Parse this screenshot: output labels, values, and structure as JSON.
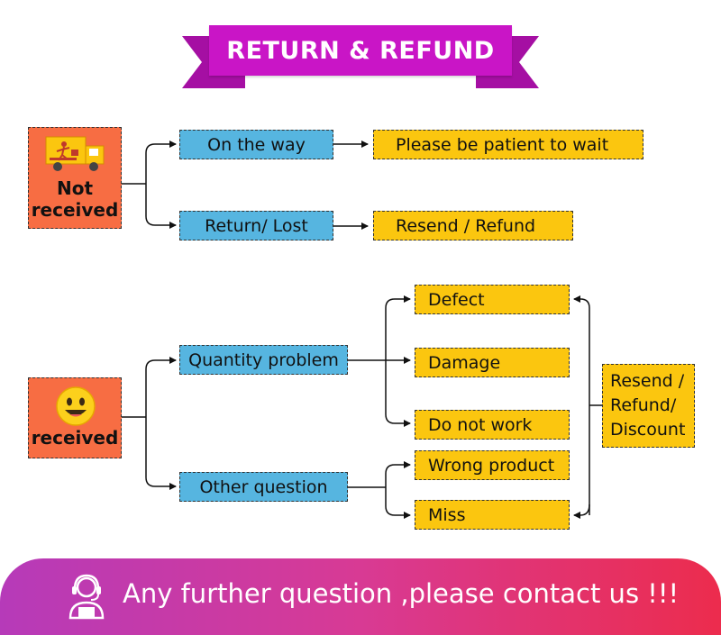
{
  "title": "RETURN & REFUND",
  "not_received": {
    "label_line1": "Not",
    "label_line2": "received",
    "icon": "delivery-truck-icon",
    "branches": [
      {
        "label": "On the way",
        "result": "Please be patient to wait"
      },
      {
        "label": "Return/ Lost",
        "result": "Resend / Refund"
      }
    ]
  },
  "received": {
    "label": "received",
    "icon": "smiley-face-icon",
    "branches": [
      {
        "label": "Quantity problem",
        "issues": [
          "Defect",
          "Damage",
          "Do not work"
        ]
      },
      {
        "label": "Other question",
        "issues": [
          "Wrong product",
          "Miss"
        ]
      }
    ],
    "resolution_lines": [
      "Resend /",
      "Refund/",
      "Discount"
    ]
  },
  "footer": {
    "text": "Any further question ,please contact us !!!",
    "icon": "customer-service-headset-icon"
  },
  "colors": {
    "banner": "#c915c6",
    "blue_box": "#56b5e0",
    "yellow_box": "#fbc60f",
    "orange_box": "#f76d43",
    "footer_gradient_start": "#b63ab9",
    "footer_gradient_end": "#ec2c4d"
  }
}
